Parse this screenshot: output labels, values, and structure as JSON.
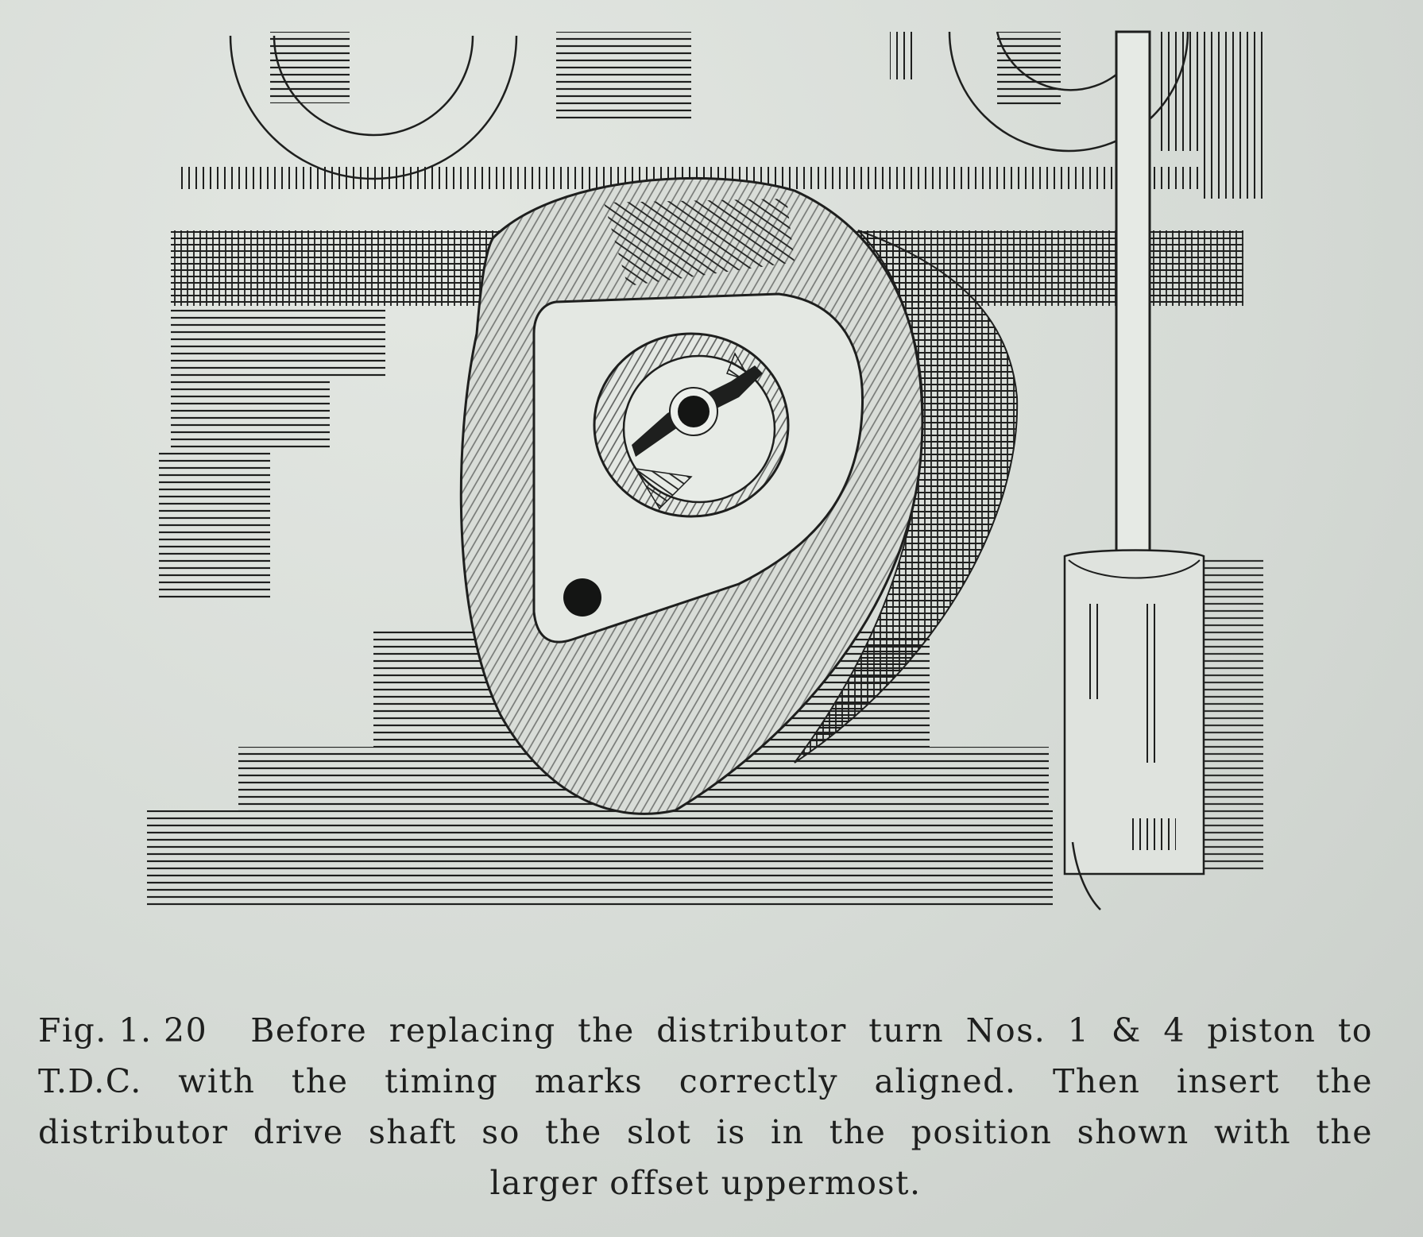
{
  "figure": {
    "label": "Fig. 1. 20",
    "illustration": "distributor drive shaft slot in engine block"
  },
  "caption": {
    "line1": "Before replacing the distributor turn Nos. 1 & 4 piston to",
    "line2": "T.D.C. with the timing marks correctly aligned.  Then insert the",
    "line3": "distributor drive shaft so the slot is in the position shown with the",
    "line4": "larger offset uppermost."
  },
  "colors": {
    "paper": "#d7dcd7",
    "ink": "#1e1f1e"
  }
}
